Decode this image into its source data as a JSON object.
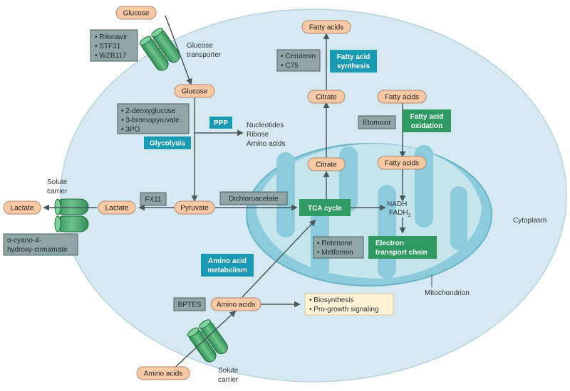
{
  "metabolites": {
    "glucose_outside": "Glucose",
    "glucose_inside": "Glucose",
    "fatty_acids_top": "Fatty acids",
    "citrate_cyto": "Citrate",
    "fatty_acids_cyto": "Fatty acids",
    "citrate_mito": "Citrate",
    "fatty_acids_mito": "Fatty acids",
    "pyruvate": "Pyruvate",
    "lactate_inside": "Lactate",
    "lactate_outside": "Lactate",
    "amino_acids_inside": "Amino acids",
    "amino_acids_outside": "Amino acids"
  },
  "pathways": {
    "glycolysis": "Glycolysis",
    "ppp": "PPP",
    "fa_synthesis": [
      "Fatty acid",
      "synthesis"
    ],
    "fa_oxidation": [
      "Fatty acid",
      "oxidation"
    ],
    "tca": "TCA cycle",
    "etc": [
      "Electron",
      "transport chain"
    ],
    "aa_metabolism": [
      "Amino acid",
      "metabolism"
    ]
  },
  "inhibitors": {
    "glucose_transport": [
      "Ritonavir",
      "STF31",
      "WZB117"
    ],
    "glycolysis": [
      "2-deoxyglucose",
      "3-bromopyruvate",
      "3PO"
    ],
    "fa_synthesis": [
      "Cerulenin",
      "C75"
    ],
    "fa_oxidation": "Etomoxir",
    "ldh": "FX11",
    "pdk": "Dichloroacetate",
    "mct": [
      "α-cyano-4-",
      "hydroxy-cinnamate"
    ],
    "complex_i": [
      "Rotenone",
      "Metformin"
    ],
    "glutaminase": "BPTES"
  },
  "products": {
    "ppp_products": [
      "Nucleotides",
      "Ribose",
      "Amino acids"
    ],
    "nadh": "NADH",
    "fadh2_base": "FADH",
    "fadh2_sub": "2",
    "aa_outputs": [
      "Biosynthesis",
      "Pro-growth signaling"
    ]
  },
  "labels": {
    "glucose_transporter": [
      "Glucose",
      "transporter"
    ],
    "solute_carrier_left": [
      "Solute",
      "carrier"
    ],
    "solute_carrier_bottom": [
      "Solute",
      "carrier"
    ],
    "cytoplasm": "Cytoplasm",
    "mitochondrion": "Mitochondrion"
  },
  "colors": {
    "cytoplasm": "#d5e9f2",
    "mitochondrion": "#8bcbdc",
    "cristae": "#c5e4ec",
    "metabolite": "#f9c9a6",
    "inhibitor": "#8fa5a6",
    "pathway_teal": "#1999b2",
    "pathway_green": "#2e9a62",
    "transporter": "#4cae6e"
  }
}
